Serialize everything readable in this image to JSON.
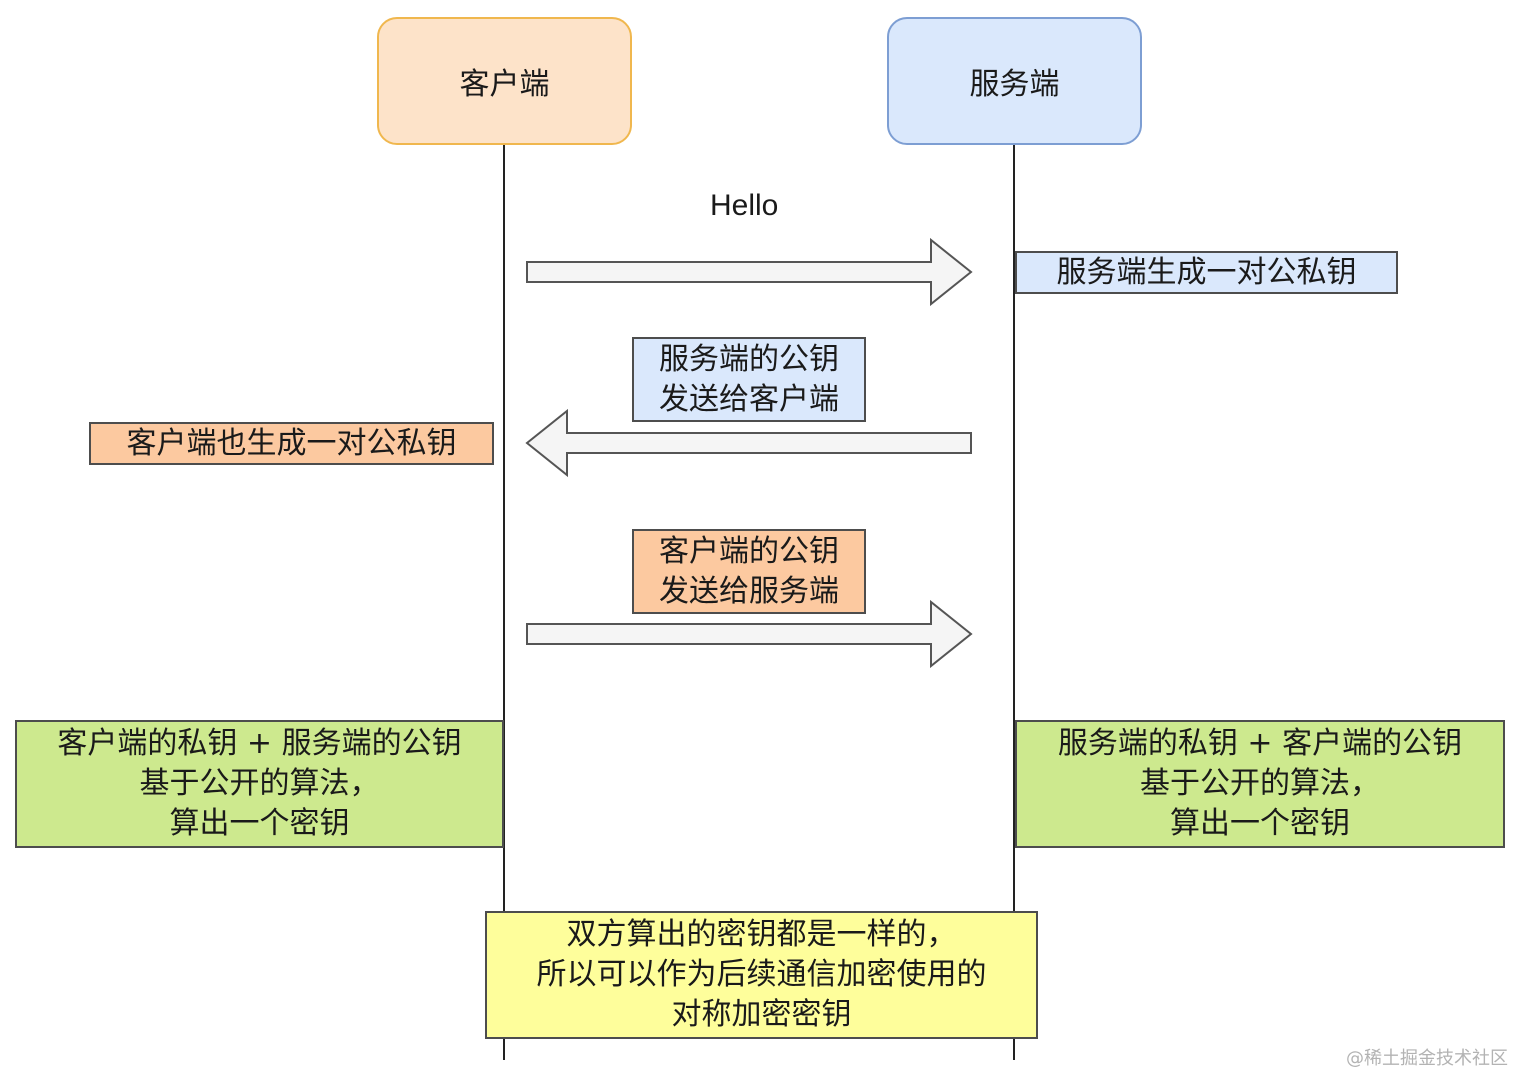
{
  "actors": {
    "client": "客户端",
    "server": "服务端"
  },
  "messages": {
    "hello": "Hello"
  },
  "notes": {
    "server_generate": "服务端生成一对公私钥",
    "server_public_key": "服务端的公钥\n发送给客户端",
    "client_generate": "客户端也生成一对公私钥",
    "client_public_key": "客户端的公钥\n发送给服务端",
    "client_compute": "客户端的私钥 + 服务端的公钥\n基于公开的算法，\n算出一个密钥",
    "server_compute": "服务端的私钥 +  客户端的公钥\n基于公开的算法，\n算出一个密钥",
    "shared_result": "双方算出的密钥都是一样的，\n所以可以作为后续通信加密使用的\n对称加密密钥"
  },
  "colors": {
    "client": "#fde3c9",
    "server": "#dae8fc",
    "orange_note": "#fcc9a0",
    "green_note": "#cde98e",
    "yellow_note": "#fefe9b",
    "arrow_fill": "#f5f5f5"
  },
  "watermark": "@稀土掘金技术社区"
}
